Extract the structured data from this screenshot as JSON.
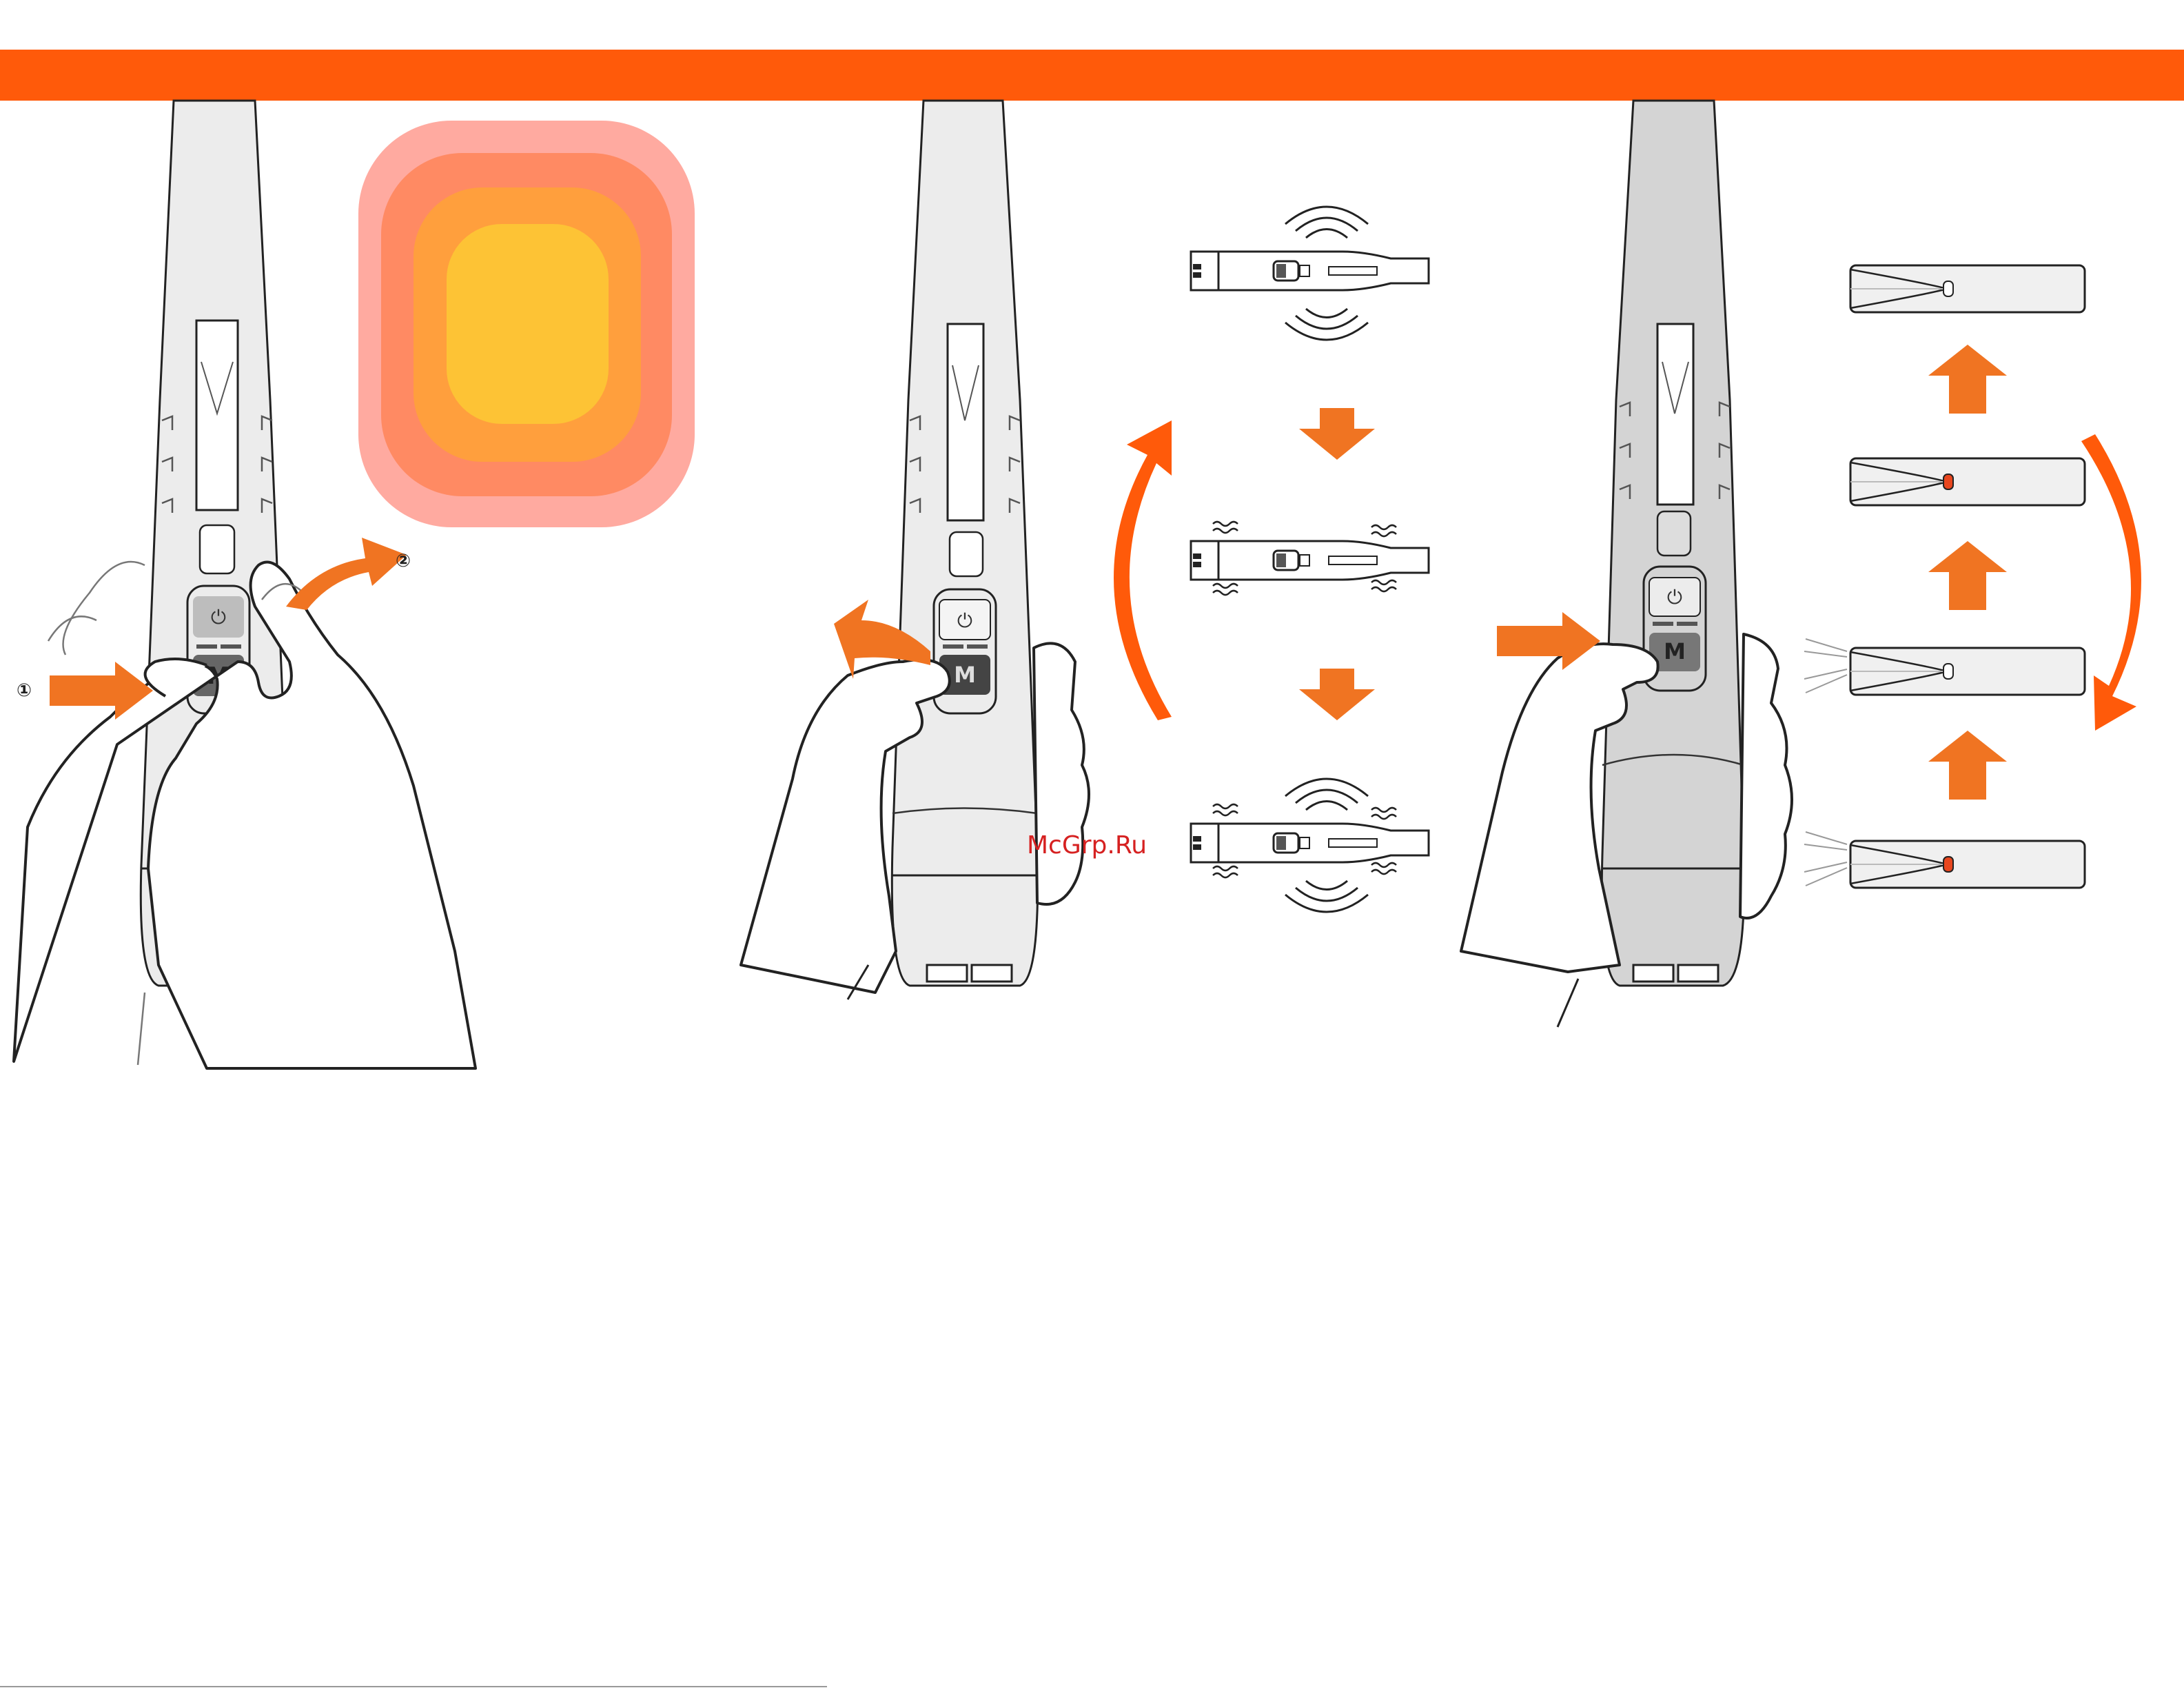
{
  "labels": {
    "step1": "①",
    "step2": "②",
    "mode_key": "M",
    "watermark": "McGrp.Ru"
  },
  "colors": {
    "banner": "#ff5a0a",
    "arrow": "#f07422",
    "device_light": "#ececec",
    "device_dark": "#d4d4d4",
    "button_dark": "#666666",
    "indicator_red": "#e8461e",
    "heat_outer": "#ffaaa0",
    "heat_mid": "#ff8a63",
    "heat_inner": "#ff9f3d",
    "heat_core": "#fdc335"
  },
  "icons": {
    "power": "power-icon",
    "mode": "mode-letter-icon",
    "vibration": "vibration-waves-icon",
    "light_rays": "light-rays-icon",
    "cycle_arrow": "curved-cycle-arrow-icon"
  },
  "panels": {
    "vibration_sequence": [
      "waves-strong",
      "waves-weak",
      "waves-both"
    ],
    "light_sequence": [
      "indicator-off",
      "indicator-red",
      "indicator-off-rays",
      "indicator-red-rays"
    ]
  }
}
